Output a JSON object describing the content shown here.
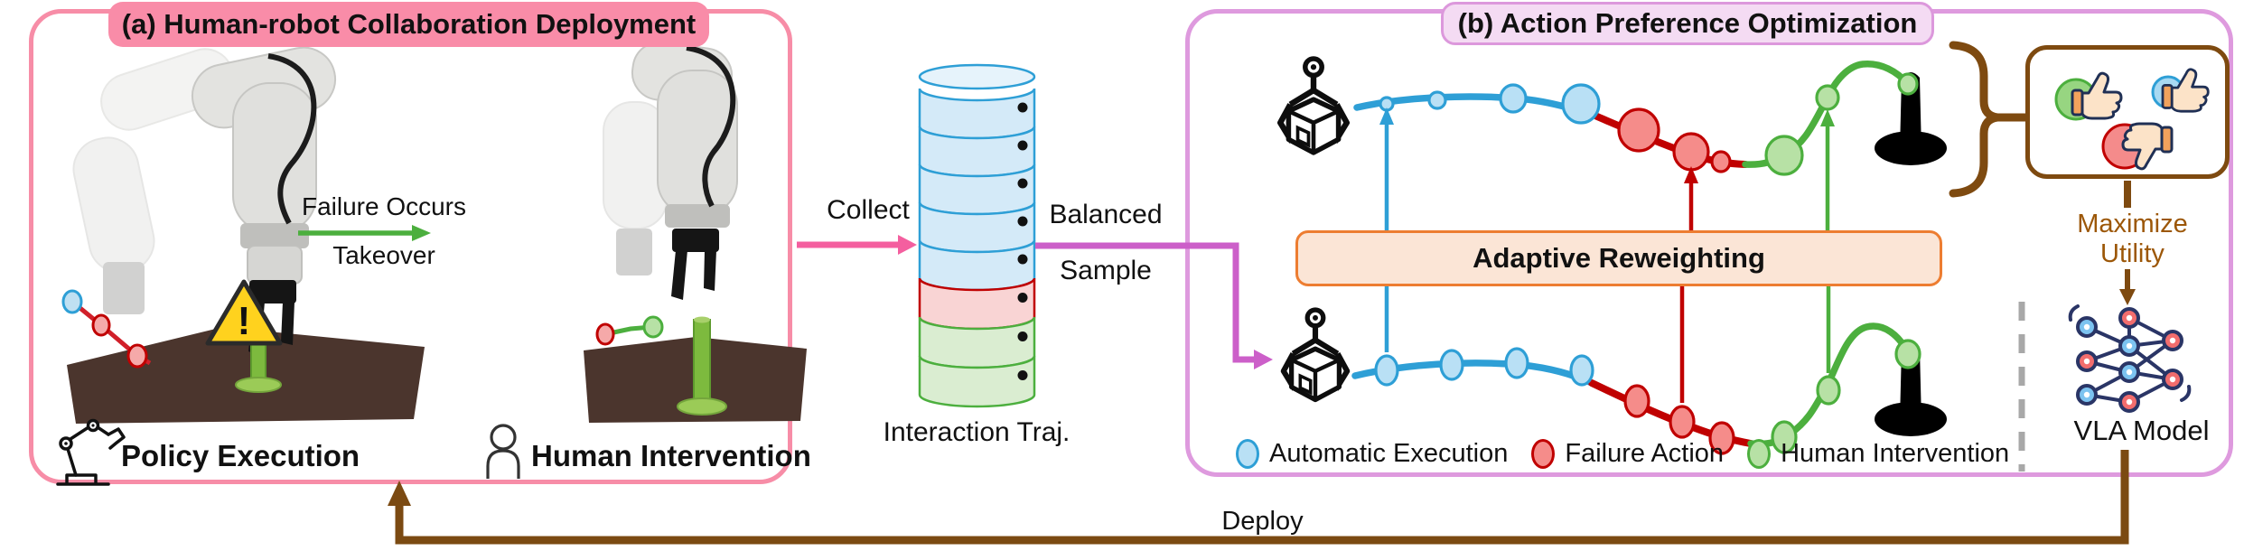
{
  "colors": {
    "automatic": {
      "fill": "#B9E0F5",
      "stroke": "#2E9FD6"
    },
    "failure": {
      "fill": "#F58C8A",
      "stroke": "#C00000"
    },
    "human": {
      "fill": "#B7E1A5",
      "stroke": "#4CAF3E"
    },
    "cyl_auto": {
      "fill": "#D4EAF8",
      "stroke": "#2E9FD6"
    },
    "cyl_failure": {
      "fill": "#F9D4D4",
      "stroke": "#C00000"
    },
    "cyl_human": {
      "fill": "#DAEDD1",
      "stroke": "#4CAF3E"
    },
    "panel_a_border": "#F78DA7",
    "badge_a_bg": "#F98CA8",
    "panel_b_border": "#DE9ADE",
    "badge_b_bg": "#F4DBF3",
    "reweight_bg": "#FBE5D6",
    "reweight_border": "#ED7D31",
    "collect_arrow": "#F45F9F",
    "sample_arrow": "#CC5FC9",
    "takeover_arrow": "#4CAF3E",
    "deploy_brown": "#7B4A12",
    "maximize_text": "#9C5708",
    "warning_yellow": "#FFD21E"
  },
  "panel_a": {
    "title": "(a) Human-robot Collaboration Deployment",
    "failure_occurs": "Failure Occurs",
    "takeover": "Takeover",
    "policy_execution": "Policy Execution",
    "human_intervention": "Human Intervention"
  },
  "pipeline": {
    "collect": "Collect",
    "balanced": "Balanced",
    "sample": "Sample",
    "interaction_traj": "Interaction Traj.",
    "cylinder_layers": [
      "automatic",
      "automatic",
      "automatic",
      "automatic",
      "automatic",
      "failure",
      "human",
      "human"
    ]
  },
  "panel_b": {
    "title": "(b) Action Preference Optimization",
    "adaptive_reweighting": "Adaptive Reweighting",
    "legend": [
      {
        "key": "automatic",
        "label": "Automatic Execution"
      },
      {
        "key": "failure",
        "label": "Failure Action"
      },
      {
        "key": "human",
        "label": "Human Intervention"
      }
    ],
    "trajectories": {
      "top": {
        "automatic": [
          [
            1535,
            115,
            7,
            7
          ],
          [
            1591,
            111,
            9,
            9
          ],
          [
            1675,
            109,
            14,
            15
          ],
          [
            1750,
            115,
            20,
            21
          ]
        ],
        "failure": [
          [
            1814,
            144,
            22,
            23
          ],
          [
            1872,
            168,
            19,
            20
          ],
          [
            1905,
            179,
            10,
            11
          ]
        ],
        "human": [
          [
            1975,
            172,
            20,
            21
          ],
          [
            2023,
            108,
            12,
            13
          ],
          [
            2112,
            93,
            10,
            11
          ]
        ]
      },
      "bottom": {
        "automatic": [
          [
            1535,
            410,
            12,
            16
          ],
          [
            1607,
            404,
            12,
            16
          ],
          [
            1679,
            402,
            12,
            16
          ],
          [
            1751,
            410,
            12,
            16
          ]
        ],
        "failure": [
          [
            1812,
            444,
            13,
            17
          ],
          [
            1862,
            467,
            13,
            17
          ],
          [
            1906,
            485,
            13,
            17
          ]
        ],
        "human": [
          [
            1975,
            484,
            13,
            17
          ],
          [
            2024,
            432,
            12,
            15
          ],
          [
            2112,
            392,
            13,
            15
          ]
        ]
      }
    }
  },
  "outputs": {
    "maximize": "Maximize",
    "utility": "Utility",
    "vla_model": "VLA Model"
  },
  "deploy": "Deploy"
}
